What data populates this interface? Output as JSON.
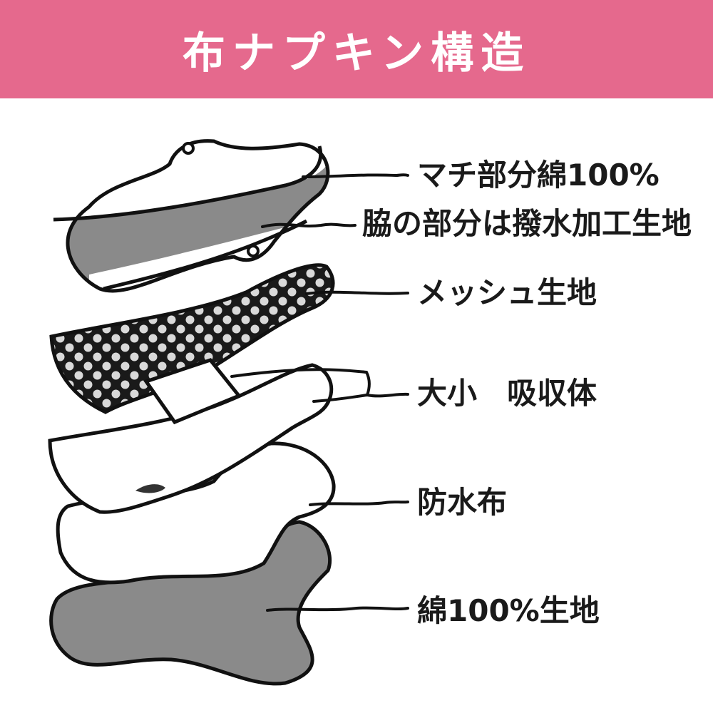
{
  "header": {
    "title": "布ナプキン構造"
  },
  "colors": {
    "header_bg": "#e5698d",
    "gray_fill": "#8a8a8a",
    "outline": "#111111"
  },
  "layers": [
    {
      "id": "gusset",
      "label": "マチ部分綿100%"
    },
    {
      "id": "wings",
      "label": "脇の部分は撥水加工生地"
    },
    {
      "id": "mesh",
      "label": "メッシュ生地"
    },
    {
      "id": "absorbent",
      "label": "大小　吸収体"
    },
    {
      "id": "waterproof",
      "label": "防水布"
    },
    {
      "id": "cotton-base",
      "label": "綿100%生地"
    }
  ]
}
